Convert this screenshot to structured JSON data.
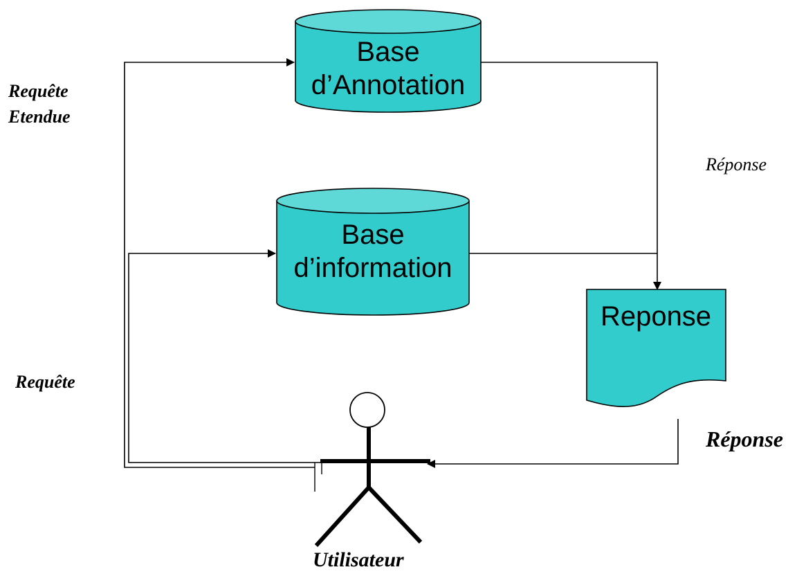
{
  "colors": {
    "cylinder_fill": "#33cccc",
    "cylinder_top": "#5fd8d8",
    "stroke": "#000000",
    "background": "#ffffff"
  },
  "nodes": {
    "annotation_db": {
      "line1": "Base",
      "line2": "d’Annotation"
    },
    "information_db": {
      "line1": "Base",
      "line2": "d’information"
    },
    "response_doc": {
      "label": "Reponse"
    },
    "user": {
      "label": "Utilisateur",
      "icon": "stick-figure-icon"
    }
  },
  "labels": {
    "extended_query_line1": "Requête",
    "extended_query_line2": "Etendue",
    "response_upper": "Réponse",
    "query": "Requête",
    "response_lower": "Réponse"
  }
}
